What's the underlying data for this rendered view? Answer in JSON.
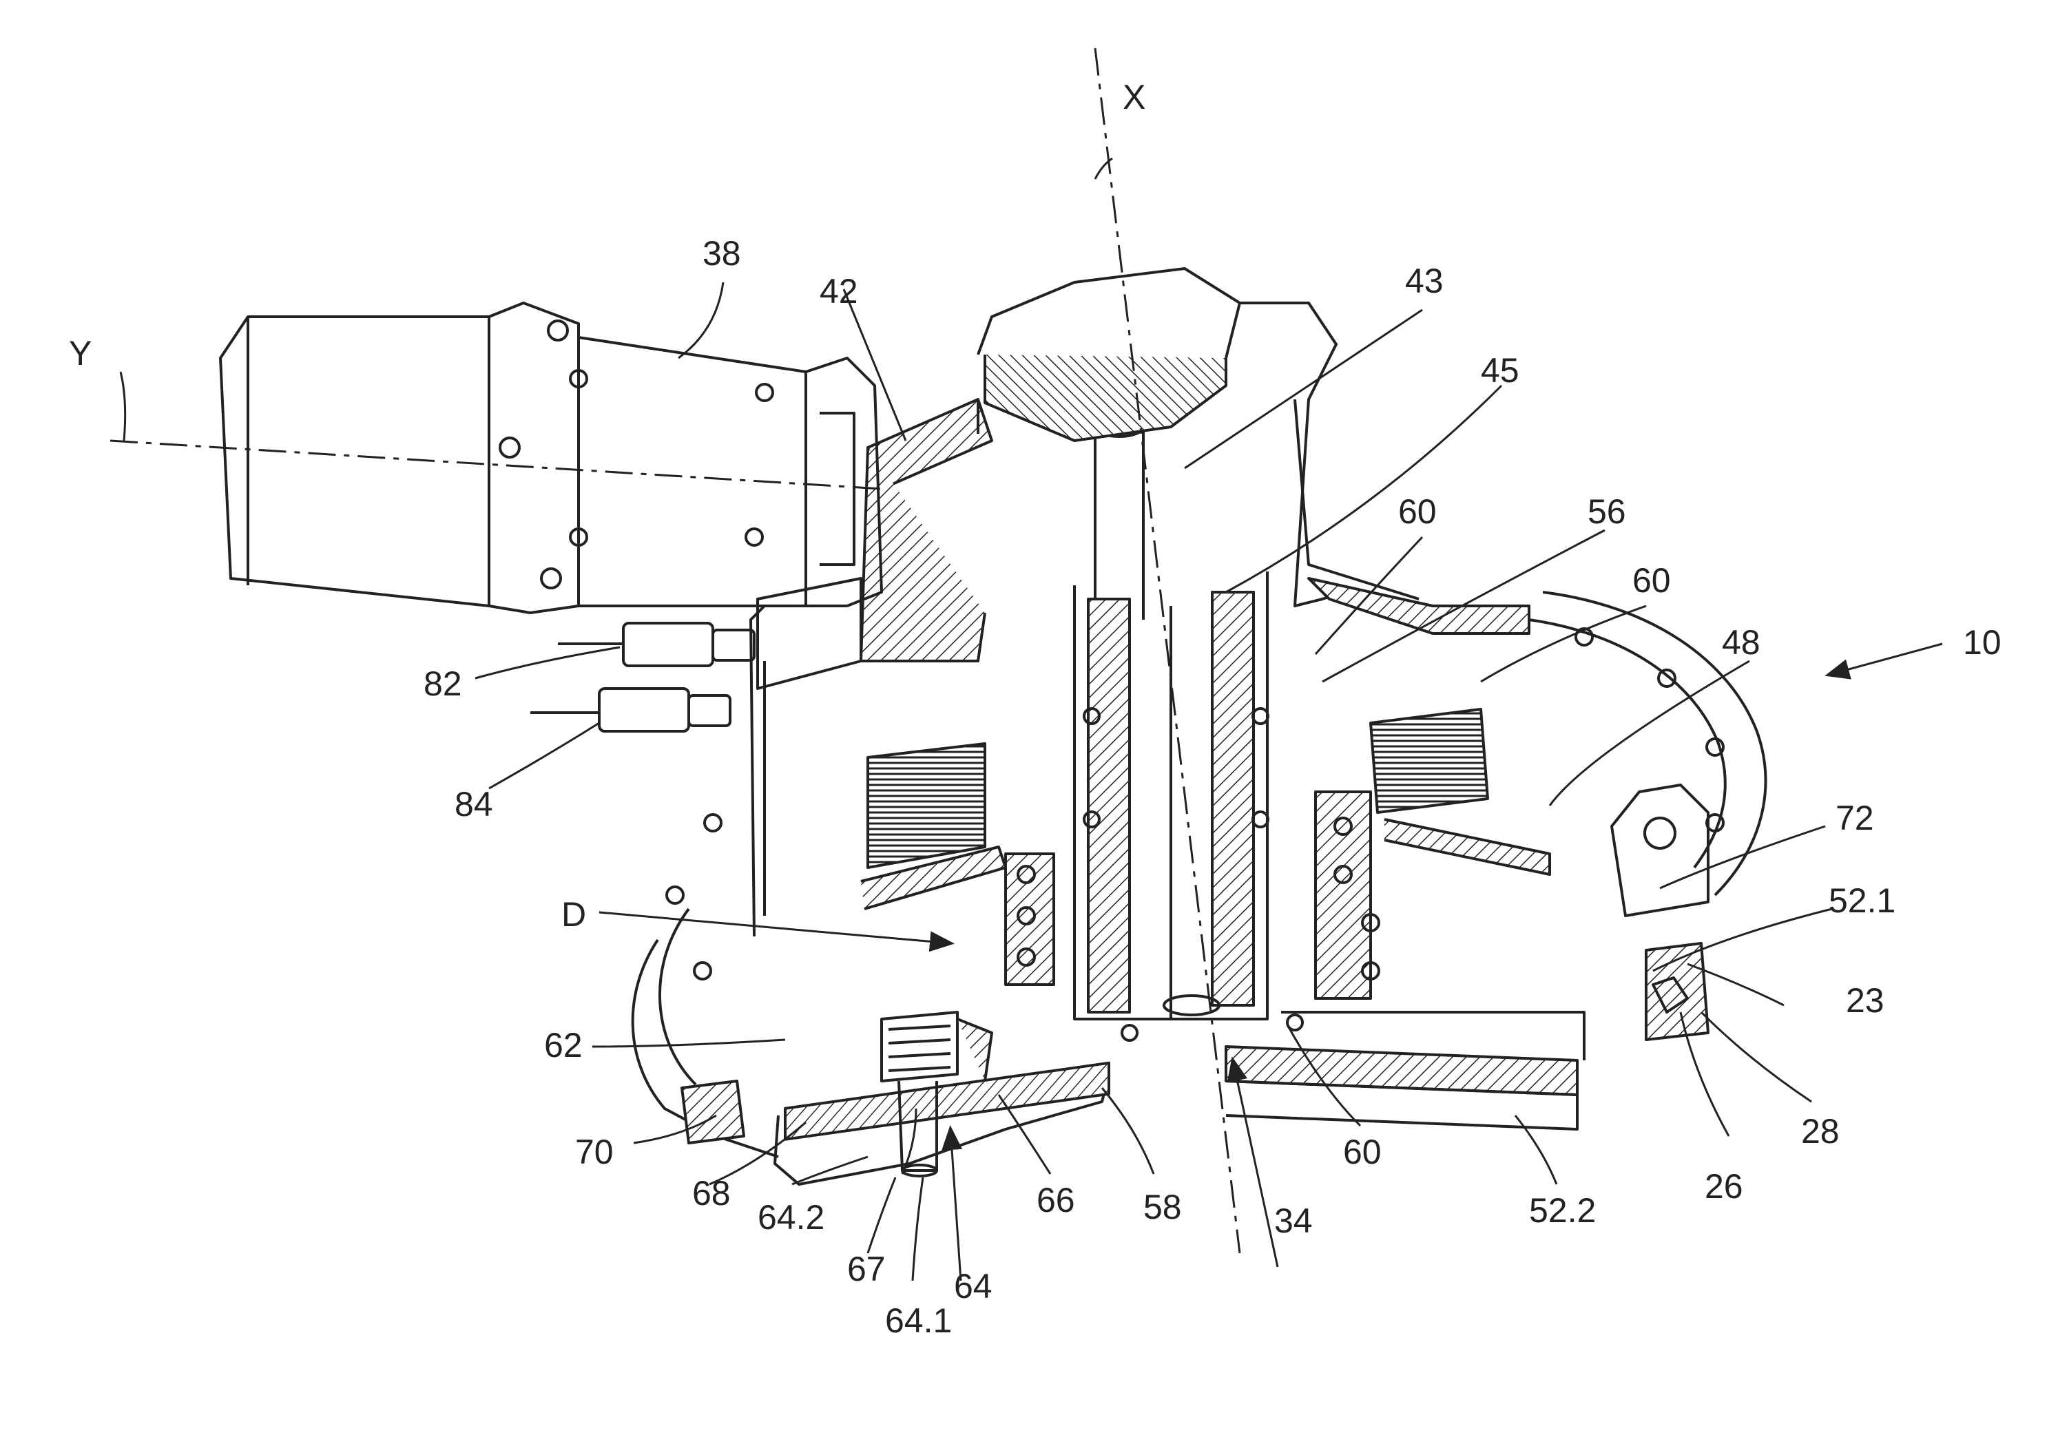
{
  "figure": {
    "labels": {
      "X": "X",
      "Y": "Y",
      "D": "D",
      "n10": "10",
      "n23": "23",
      "n26": "26",
      "n28": "28",
      "n34": "34",
      "n38": "38",
      "n42": "42",
      "n43": "43",
      "n45": "45",
      "n48": "48",
      "n52_1": "52.1",
      "n52_2": "52.2",
      "n56": "56",
      "n58": "58",
      "n60a": "60",
      "n60b": "60",
      "n60c": "60",
      "n62": "62",
      "n64": "64",
      "n64_1": "64.1",
      "n64_2": "64.2",
      "n66": "66",
      "n67": "67",
      "n68": "68",
      "n70": "70",
      "n72": "72",
      "n82": "82",
      "n84": "84"
    }
  }
}
